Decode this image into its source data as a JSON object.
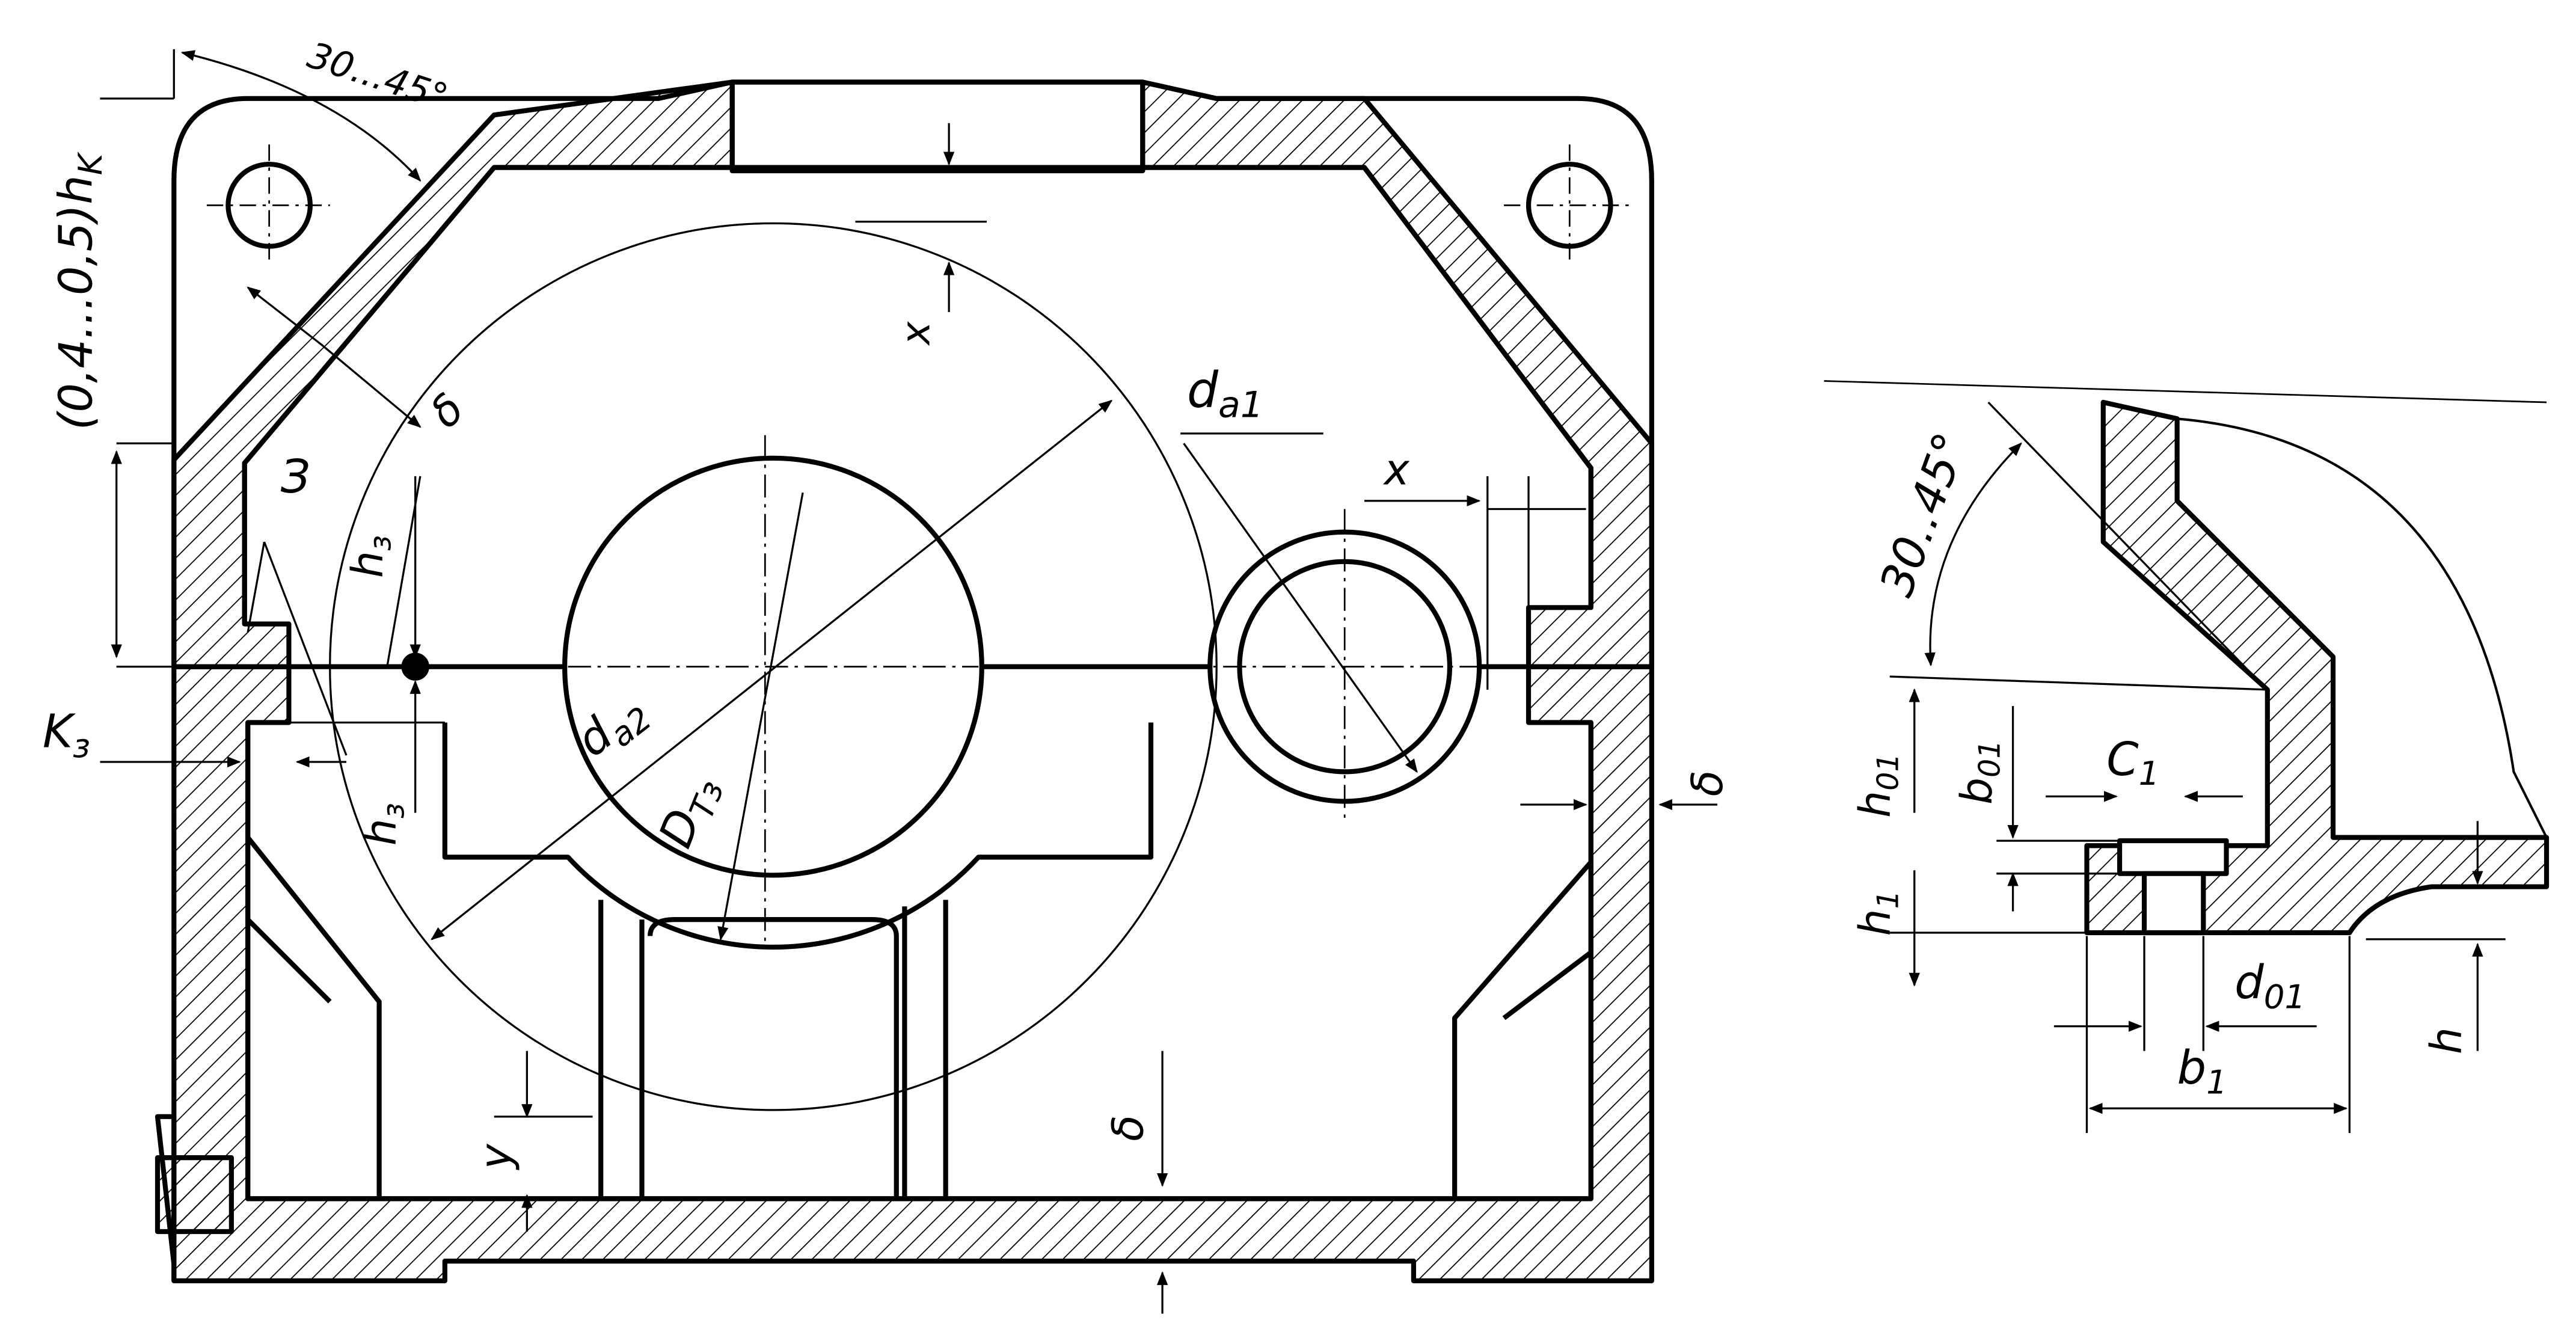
{
  "labels": {
    "angle_top": "30...45°",
    "flange_height": "(0,4...0,5)h",
    "flange_height_sub": "K",
    "x_top": "x",
    "delta_wall": "δ",
    "da1": "d",
    "da1_sub": "a1",
    "x_right": "x",
    "z_mark": "З",
    "hz_upper": "h",
    "hz_upper_sub": "з",
    "kz": "K",
    "kz_sub": "з",
    "hz_lower": "h",
    "hz_lower_sub": "з",
    "da2": "d",
    "da2_sub": "a2",
    "dtz": "D",
    "dtz_sub": "Tз",
    "delta_right": "δ",
    "y": "y",
    "delta_bottom": "δ",
    "angle_right": "30..45°",
    "h01": "h",
    "h01_sub": "01",
    "b01": "b",
    "b01_sub": "01",
    "c1": "C",
    "c1_sub": "1",
    "h1": "h",
    "h1_sub": "1",
    "d01": "d",
    "d01_sub": "01",
    "h": "h",
    "b1": "b",
    "b1_sub": "1"
  },
  "colors": {
    "line": "#000000",
    "hatch": "#000000",
    "background": "#ffffff"
  }
}
